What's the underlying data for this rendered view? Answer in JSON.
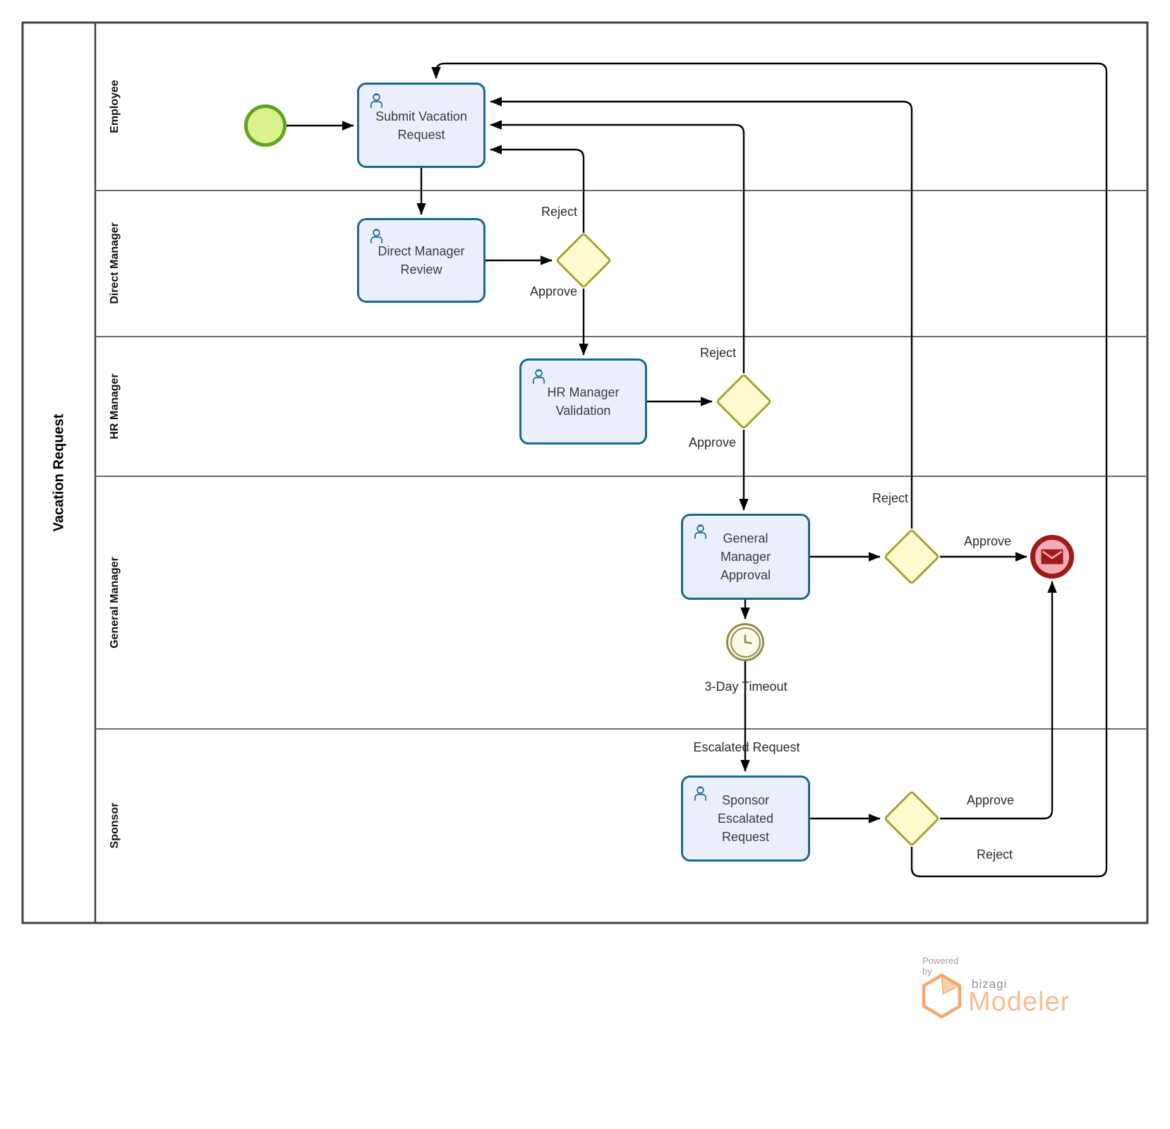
{
  "pool": {
    "title": "Vacation Request"
  },
  "lanes": [
    {
      "label": "Employee"
    },
    {
      "label": "Direct Manager"
    },
    {
      "label": "HR Manager"
    },
    {
      "label": "General Manager"
    },
    {
      "label": "Sponsor"
    }
  ],
  "tasks": [
    {
      "name": "Submit Vacation Request",
      "lines": [
        "Submit Vacation",
        "Request"
      ]
    },
    {
      "name": "Direct Manager Review",
      "lines": [
        "Direct Manager",
        "Review"
      ]
    },
    {
      "name": "HR Manager Validation",
      "lines": [
        "HR Manager",
        "Validation"
      ]
    },
    {
      "name": "General Manager Approval",
      "lines": [
        "General",
        "Manager",
        "Approval"
      ]
    },
    {
      "name": "Sponsor Escalated Request",
      "lines": [
        "Sponsor",
        "Escalated",
        "Request"
      ]
    }
  ],
  "flow_labels": {
    "dm_reject": "Reject",
    "dm_approve": "Approve",
    "hr_reject": "Reject",
    "hr_approve": "Approve",
    "gm_reject": "Reject",
    "gm_approve": "Approve",
    "sp_approve": "Approve",
    "sp_reject": "Reject",
    "timer": "3-Day Timeout",
    "escalated": "Escalated Request"
  },
  "icons": {
    "task_performer": "person-icon",
    "end_event": "envelope-icon",
    "timer_event": "clock-icon",
    "logo_mark": "bizagi-box-icon"
  },
  "branding": {
    "powered_by": "Powered by",
    "brand": "bizagi",
    "product": "Modeler"
  },
  "colors": {
    "task_border": "#17698F",
    "task_fill": "#EAEFFB",
    "gateway_border": "#A3A332",
    "gateway_fill": "#FBFBCF",
    "start_border": "#61A51E",
    "start_fill": "#D9F28D",
    "end_ring": "#9E1A1A",
    "end_fill": "#F2ACB4",
    "timer_ring": "#8F8D4A",
    "timer_fill": "#FCF9EA",
    "pool_border": "#3F4042",
    "lane_divider": "#6A6A6A",
    "logo_orange": "#F3A873",
    "logo_text": "#F7BD93"
  }
}
